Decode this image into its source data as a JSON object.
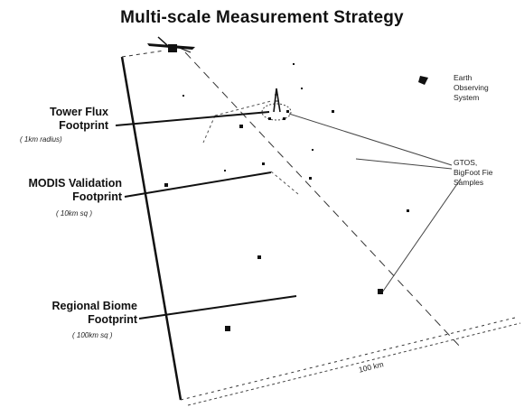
{
  "title": "Multi-scale Measurement Strategy",
  "footprints": [
    {
      "name_line1": "Tower Flux",
      "name_line2": "Footprint",
      "size": "(  1km radius)"
    },
    {
      "name_line1": "MODIS Validation",
      "name_line2": "Footprint",
      "size": "(  10km sq )"
    },
    {
      "name_line1": "Regional Biome",
      "name_line2": "Footprint",
      "size": "(  100km sq )"
    }
  ],
  "satellite_label": {
    "line1": "Earth",
    "line2": "Observing",
    "line3": "System"
  },
  "samples_label": {
    "line1": "GTOS,",
    "line2": "BigFoot Fie",
    "line3": "Samples"
  },
  "scale_label": "100 km",
  "colors": {
    "ink": "#111111",
    "background": "#ffffff"
  }
}
